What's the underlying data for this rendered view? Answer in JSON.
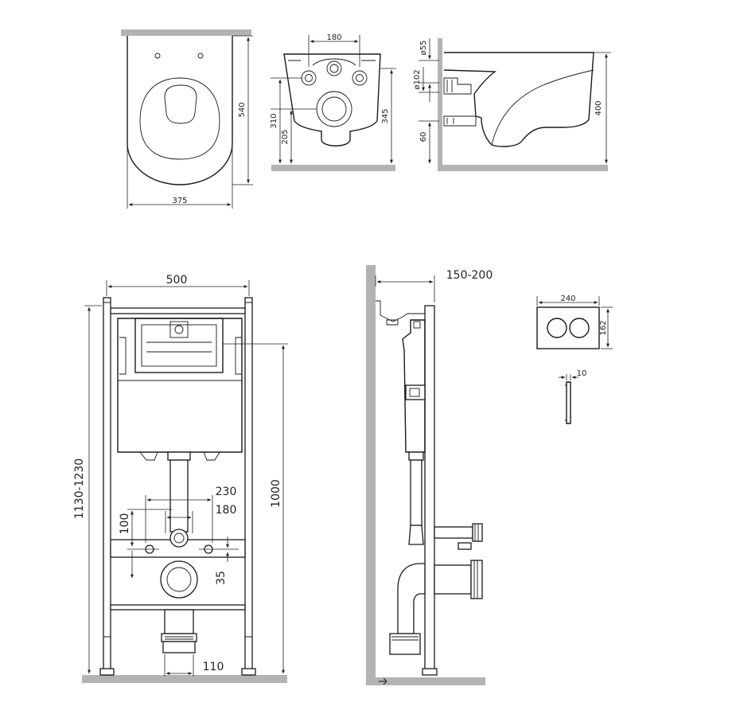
{
  "colors": {
    "ink": "#1a1a1a",
    "floor": "#b3b3b3",
    "background": "#ffffff"
  },
  "icons": {
    "marker": "arrow-icon"
  },
  "dimensions": {
    "top_view_width": "375",
    "top_view_depth": "540",
    "back_view_bolt_spacing": "180",
    "back_view_310": "310",
    "back_view_205": "205",
    "back_view_345": "345",
    "side_view_d55": "ø55",
    "side_view_d102": "ø102",
    "side_view_60": "60",
    "side_view_400": "400",
    "frame_width": "500",
    "frame_height_range": "1130-1230",
    "frame_1000": "1000",
    "frame_230": "230",
    "frame_180": "180",
    "frame_100": "100",
    "frame_35": "35",
    "frame_110": "110",
    "frame_side_depth": "150-200",
    "plate_width": "240",
    "plate_height": "162",
    "plate_thickness": "10"
  }
}
